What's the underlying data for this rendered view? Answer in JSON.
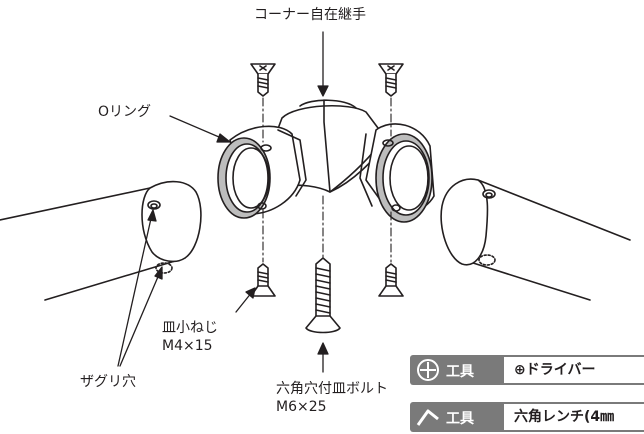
{
  "labels": {
    "corner_fitting": "コーナー自在継手",
    "o_ring": "Oリング",
    "screw_line1": "皿小ねじ",
    "screw_line2": "M4×15",
    "counterbore": "ザグリ穴",
    "bolt_line1": "六角穴付皿ボルト",
    "bolt_line2": "M6×25"
  },
  "tools": [
    {
      "icon": "phillips-screwdriver-icon",
      "label": "工具",
      "value": "⊕ドライバー"
    },
    {
      "icon": "hex-wrench-icon",
      "label": "工具",
      "value": "六角レンチ(4㎜"
    }
  ],
  "colors": {
    "line": "#231f20",
    "tool_band": "#7a7a7a",
    "o_ring_fill": "#bdbdbd"
  }
}
